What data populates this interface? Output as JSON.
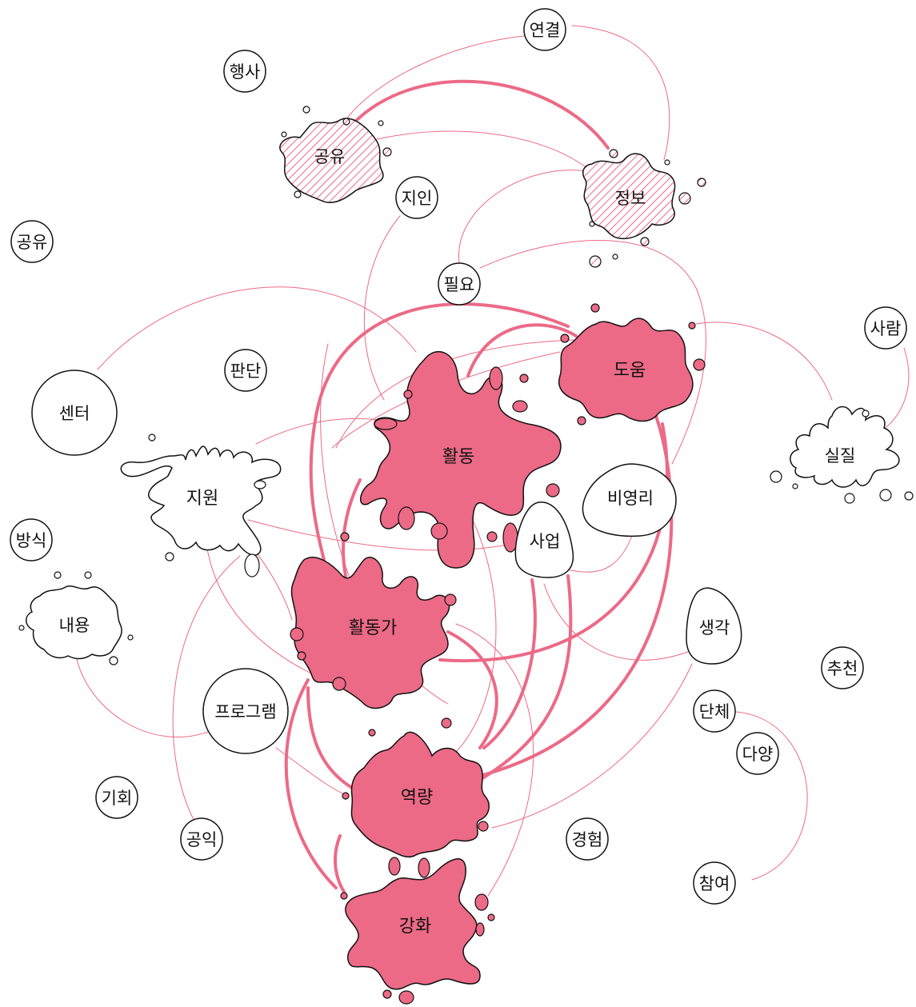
{
  "colors": {
    "accent": "#ec6a86",
    "outline": "#111111",
    "background": "#ffffff"
  },
  "nodes": {
    "hwaldong": {
      "label": "활동",
      "style": "splash-filled"
    },
    "dowum": {
      "label": "도움",
      "style": "splash-filled"
    },
    "hwaldongga": {
      "label": "활동가",
      "style": "splash-filled"
    },
    "yeokryang": {
      "label": "역량",
      "style": "splash-filled"
    },
    "ganghwa": {
      "label": "강화",
      "style": "splash-filled"
    },
    "gongyu_top": {
      "label": "공유",
      "style": "splash-hatched"
    },
    "jeongbo": {
      "label": "정보",
      "style": "splash-hatched"
    },
    "jiwon": {
      "label": "지원",
      "style": "splash-outline"
    },
    "silji": {
      "label": "실질",
      "style": "splash-outline"
    },
    "naeyong": {
      "label": "내용",
      "style": "splash-outline"
    },
    "saeop": {
      "label": "사업",
      "style": "blob"
    },
    "biyeongri": {
      "label": "비영리",
      "style": "blob"
    },
    "saenggak": {
      "label": "생각",
      "style": "blob"
    },
    "senter": {
      "label": "센터",
      "style": "circle"
    },
    "peurogeuraem": {
      "label": "프로그램",
      "style": "circle"
    },
    "yeongyeol": {
      "label": "연결",
      "style": "circle"
    },
    "haengsa": {
      "label": "행사",
      "style": "circle"
    },
    "jiin": {
      "label": "지인",
      "style": "circle"
    },
    "gongyu_left": {
      "label": "공유",
      "style": "circle"
    },
    "pilyo": {
      "label": "필요",
      "style": "circle"
    },
    "pandan": {
      "label": "판단",
      "style": "circle"
    },
    "saram": {
      "label": "사람",
      "style": "circle"
    },
    "bangsik": {
      "label": "방식",
      "style": "circle"
    },
    "chucheon": {
      "label": "추천",
      "style": "circle"
    },
    "danche": {
      "label": "단체",
      "style": "circle"
    },
    "dayang": {
      "label": "다양",
      "style": "circle"
    },
    "gihoe": {
      "label": "기회",
      "style": "circle"
    },
    "gongik": {
      "label": "공익",
      "style": "circle"
    },
    "gyeongheom": {
      "label": "경험",
      "style": "circle"
    },
    "chamyeo": {
      "label": "참여",
      "style": "circle"
    }
  }
}
